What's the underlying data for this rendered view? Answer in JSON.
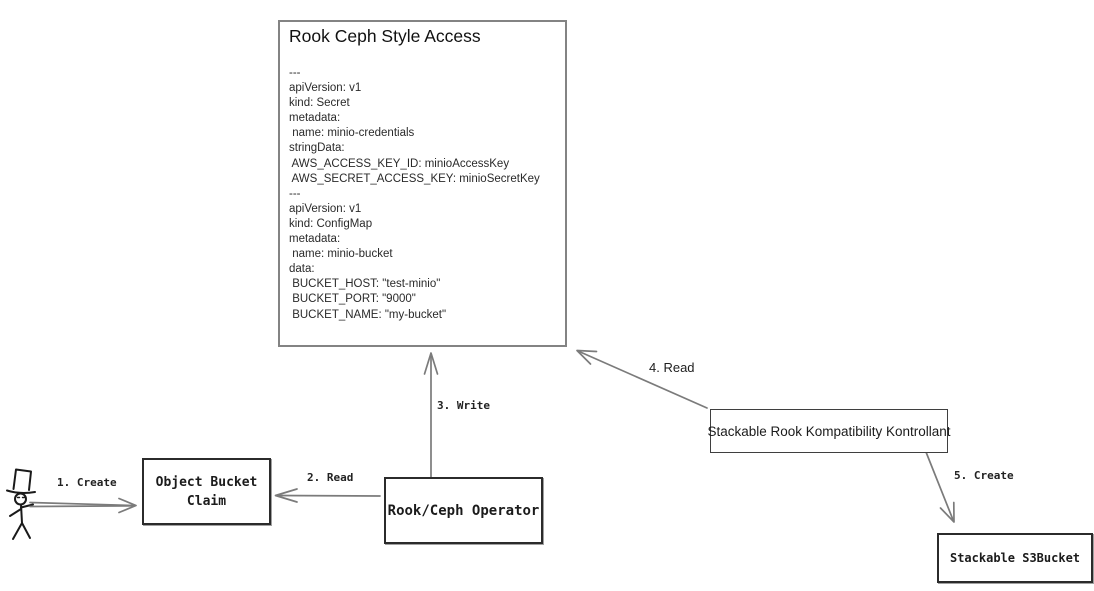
{
  "colors": {
    "background": "#ffffff",
    "arrow": "#7b7b7b",
    "box_border_dark": "#2b2b2b",
    "box_border_gray": "#838383",
    "text": "#1b1b1b"
  },
  "main_box": {
    "title": "Rook Ceph Style Access",
    "yaml_lines": [
      "---",
      "apiVersion: v1",
      "kind: Secret",
      "metadata:",
      " name: minio-credentials",
      "stringData:",
      " AWS_ACCESS_KEY_ID: minioAccessKey",
      " AWS_SECRET_ACCESS_KEY: minioSecretKey",
      "---",
      "apiVersion: v1",
      "kind: ConfigMap",
      "metadata:",
      " name: minio-bucket",
      "data:",
      " BUCKET_HOST: \"test-minio\"",
      " BUCKET_PORT: \"9000\"",
      " BUCKET_NAME: \"my-bucket\""
    ]
  },
  "nodes": {
    "object_bucket_claim": "Object Bucket\nClaim",
    "rook_ceph_operator": "Rook/Ceph Operator",
    "stackable_kontrollant": "Stackable Rook Kompatibility Kontrollant",
    "stackable_s3bucket": "Stackable S3Bucket"
  },
  "edges": {
    "create1": "1. Create",
    "read2": "2. Read",
    "write3": "3. Write",
    "read4": "4. Read",
    "create5": "5. Create"
  }
}
